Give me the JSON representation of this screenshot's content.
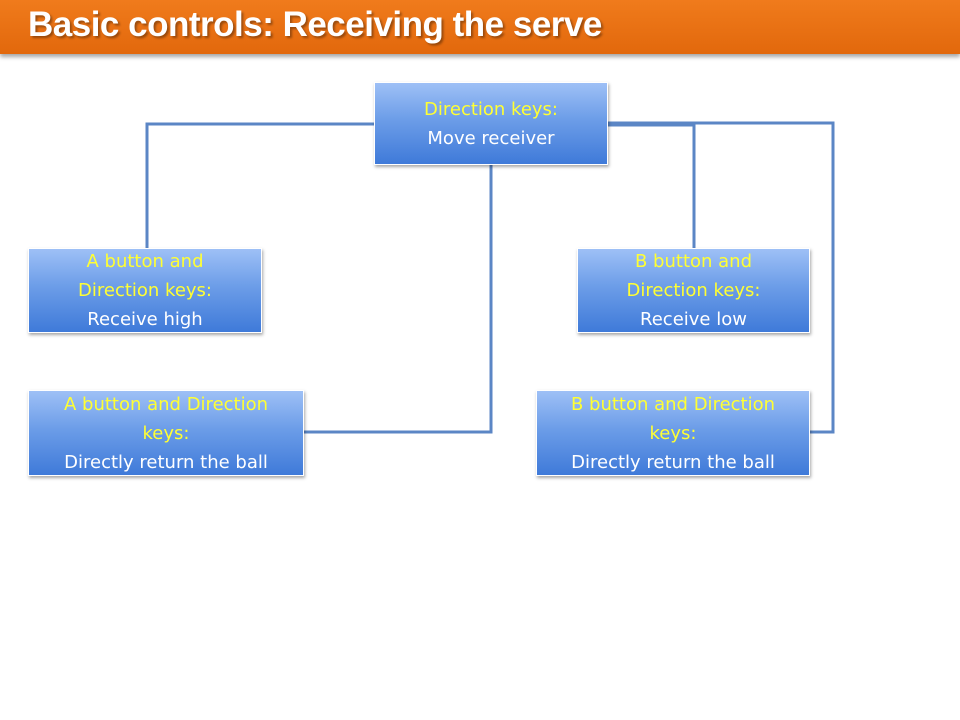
{
  "slide": {
    "title": "Basic controls: Receiving the serve"
  },
  "colors": {
    "title_bar": "#e8700f",
    "box_fill": "#6c9de8",
    "connector": "#5b86c5",
    "highlight_text": "#ffff33"
  },
  "boxes": {
    "move": {
      "line1": "Direction keys:",
      "line2": "Move receiver"
    },
    "a_high": {
      "line1": "A button and Direction keys:",
      "line2": "Receive high"
    },
    "b_low": {
      "line1": "B button and Direction keys:",
      "line2": "Receive low"
    },
    "a_return": {
      "line1": "A button and Direction keys:",
      "line2": "Directly return the ball"
    },
    "b_return": {
      "line1": "B button and Direction keys:",
      "line2": "Directly return the ball"
    }
  }
}
